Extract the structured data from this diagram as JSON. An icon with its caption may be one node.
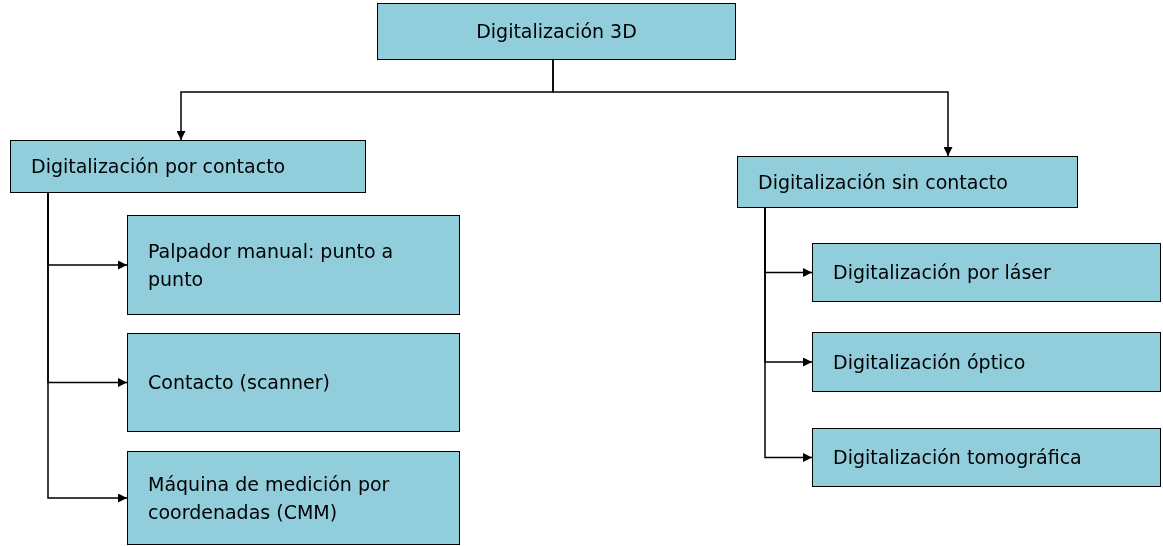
{
  "diagram": {
    "nodes": [
      {
        "text": [
          "Digitalización 3D"
        ]
      },
      {
        "text": [
          "Digitalización por contacto"
        ]
      },
      {
        "text": [
          "Palpador manual: punto a punto"
        ]
      },
      {
        "text": [
          "Contacto (scanner)"
        ]
      },
      {
        "text": [
          "Máquina de medición por coordenadas (CMM)"
        ]
      },
      {
        "text": [
          "Digitalización sin contacto"
        ]
      },
      {
        "text": [
          "Digitalización por láser"
        ]
      },
      {
        "text": [
          "Digitalización óptico"
        ]
      },
      {
        "text": [
          "Digitalización tomográfica"
        ]
      }
    ],
    "edges": [
      {
        "from": 0,
        "to": 1,
        "arrow": "to"
      },
      {
        "from": 0,
        "to": 5,
        "arrow": "to"
      },
      {
        "from": 1,
        "to": 2,
        "arrow": "to"
      },
      {
        "from": 1,
        "to": 3,
        "arrow": "to"
      },
      {
        "from": 1,
        "to": 4,
        "arrow": "to"
      },
      {
        "from": 5,
        "to": 6,
        "arrow": "to"
      },
      {
        "from": 5,
        "to": 7,
        "arrow": "to"
      },
      {
        "from": 5,
        "to": 8,
        "arrow": "to"
      }
    ]
  }
}
